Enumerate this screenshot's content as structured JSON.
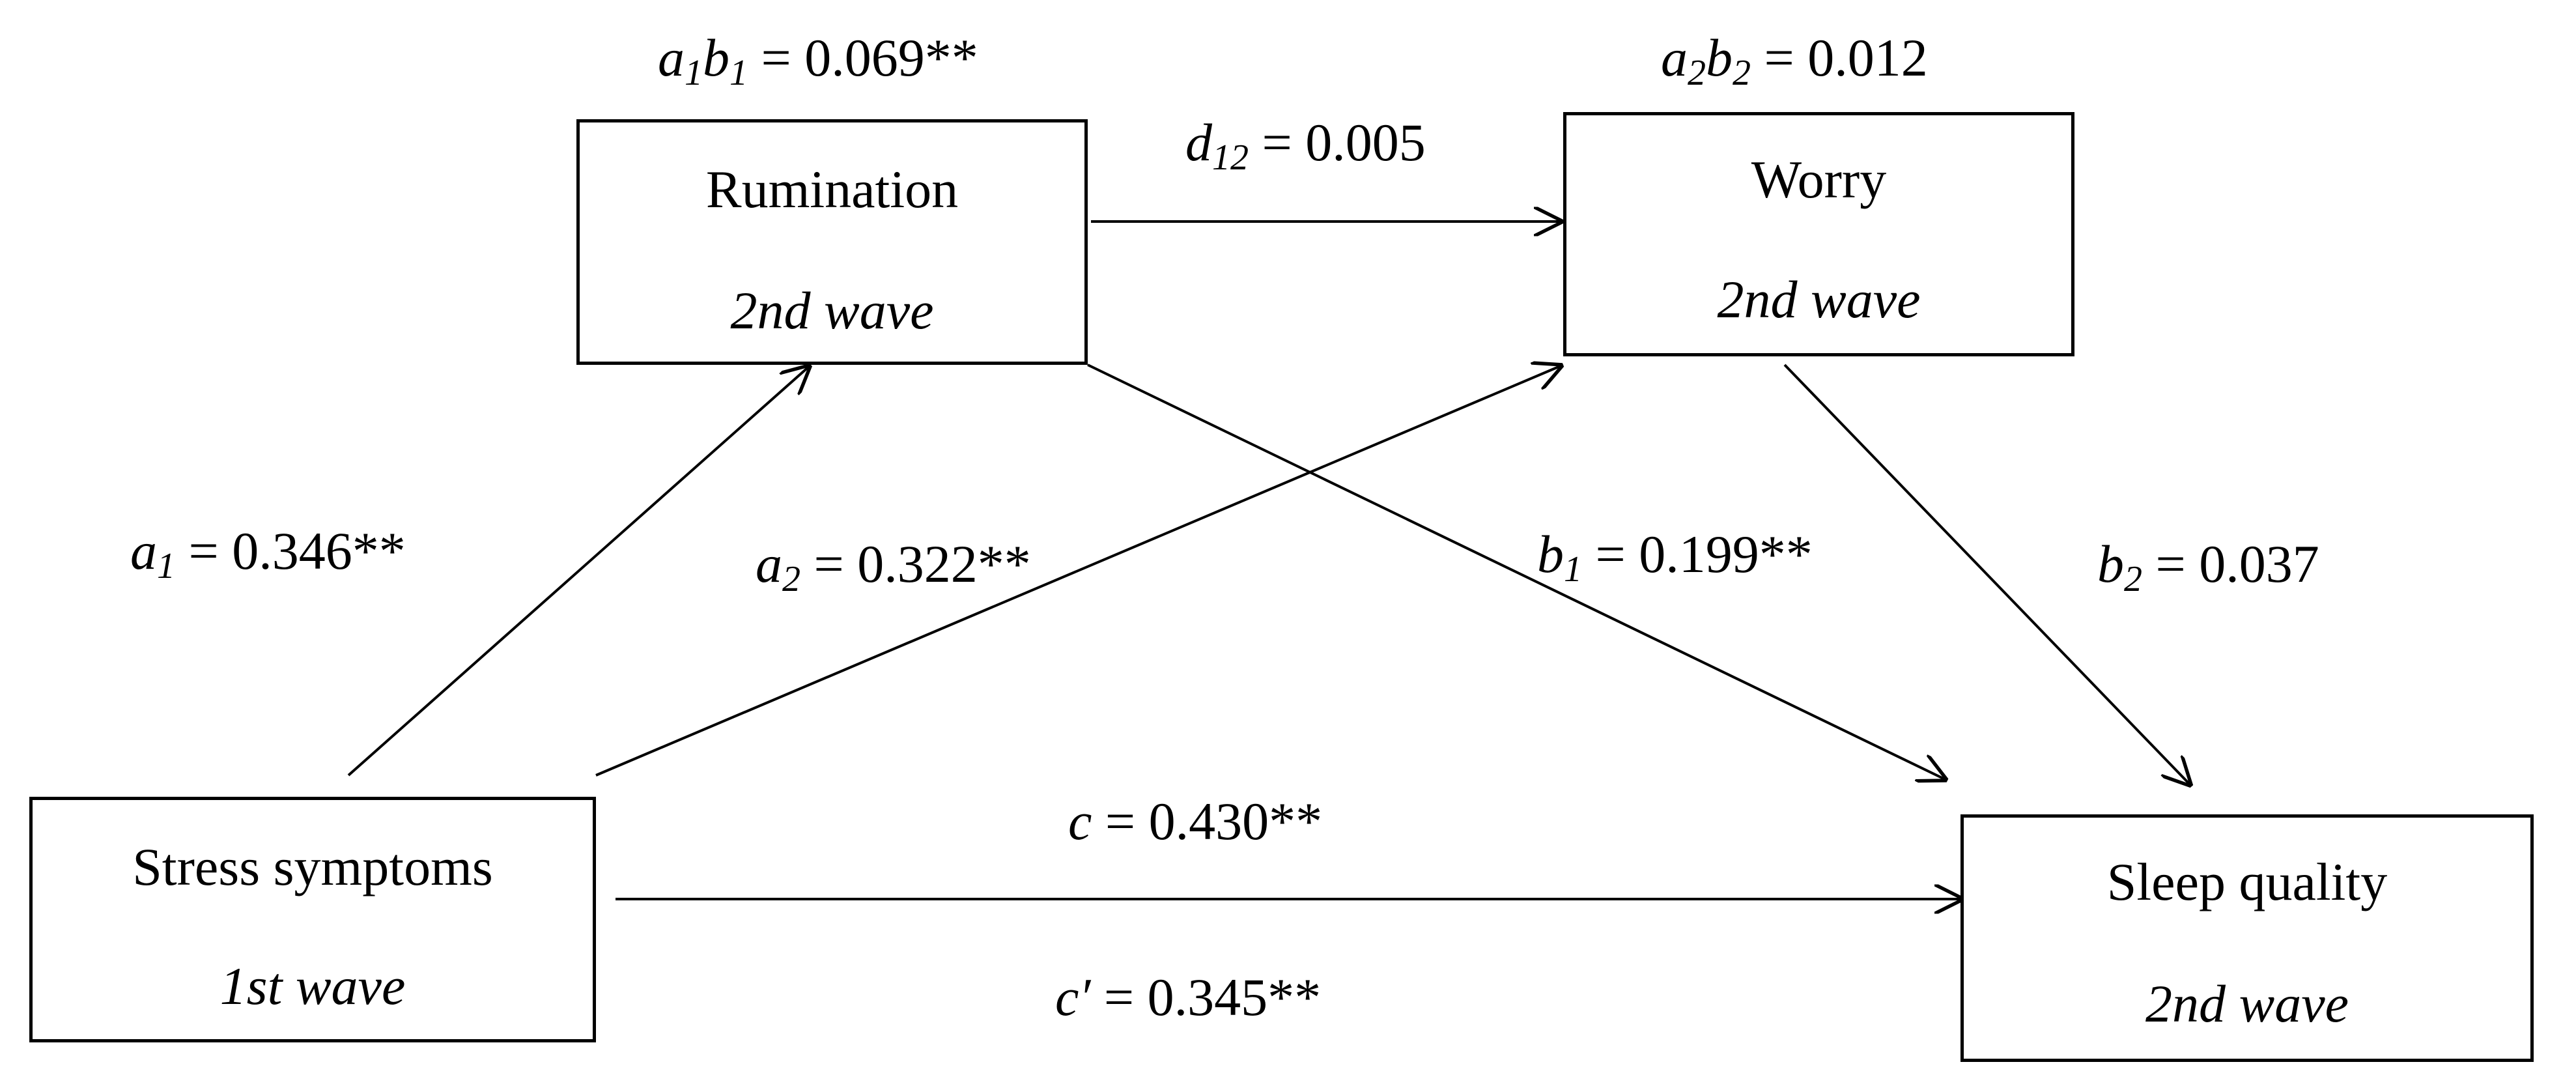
{
  "nodes": {
    "rumination": {
      "name": "Rumination",
      "wave": "2nd wave"
    },
    "worry": {
      "name": "Worry",
      "wave": "2nd wave"
    },
    "stress": {
      "name": "Stress symptoms",
      "wave": "1st wave"
    },
    "sleep": {
      "name": "Sleep quality",
      "wave": "2nd wave"
    }
  },
  "coefficients": {
    "a1b1": {
      "value": "= 0.069**"
    },
    "a2b2": {
      "value": "= 0.012"
    },
    "d12": {
      "value": "= 0.005"
    },
    "a1": {
      "value": "= 0.346**"
    },
    "a2": {
      "value": "= 0.322**"
    },
    "b1": {
      "value": "= 0.199**"
    },
    "b2": {
      "value": "= 0.037"
    },
    "c": {
      "value": "= 0.430**"
    },
    "c_prime": {
      "value": "= 0.345**"
    }
  }
}
